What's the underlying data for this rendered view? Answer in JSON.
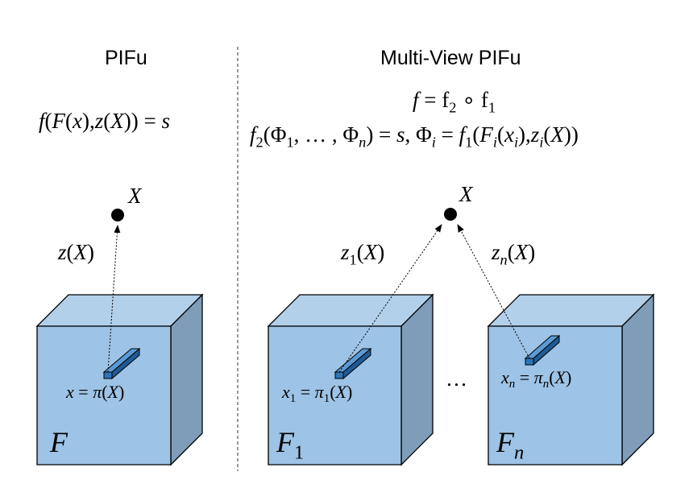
{
  "panels": {
    "left": {
      "title": "PIFu",
      "equation": {
        "f": "f",
        "p1": "(",
        "F": "F",
        "p2": "(",
        "x": "x",
        "p3": "),",
        "z": "z",
        "p4": "(",
        "X": "X",
        "p5": ")) = ",
        "s": "s"
      },
      "point_label": "X",
      "ray_label": {
        "z": "z",
        "open": "(",
        "X": "X",
        "close": ")"
      },
      "pixel_label": {
        "x": "x",
        "eq": " = ",
        "pi": "π",
        "open": "(",
        "X": "X",
        "close": ")"
      },
      "cube_label": "F"
    },
    "right": {
      "title": "Multi-View PIFu",
      "equation1": {
        "f": "f",
        "eq": " = ",
        "f2": "f",
        "sub2": "2",
        "circ": " ∘ ",
        "f1": "f",
        "sub1": "1"
      },
      "equation2": {
        "f": "f",
        "fsub": "2",
        "open": "(Φ",
        "sub1": "1",
        "mid": ", … , Φ",
        "subn": "n",
        "close": ") = ",
        "s": "s",
        "sep": ",  Φ",
        "subi": "i",
        "eq": " = ",
        "f1": "f",
        "f1sub": "1",
        "po": "(",
        "F": "F",
        "Fsub": "i",
        "po2": "(",
        "x": "x",
        "xsub": "i",
        "pc": "),",
        "z": "z",
        "zsub": "i",
        "po3": "(",
        "X": "X",
        "pc2": "))"
      },
      "point_label": "X",
      "ray_labels": [
        {
          "z": "z",
          "sub": "1",
          "open": "(",
          "X": "X",
          "close": ")"
        },
        {
          "z": "z",
          "sub": "n",
          "open": "(",
          "X": "X",
          "close": ")"
        }
      ],
      "pixel_labels": [
        {
          "x": "x",
          "xsub": "1",
          "eq": " = ",
          "pi": "π",
          "pisub": "1",
          "open": "(",
          "X": "X",
          "close": ")"
        },
        {
          "x": "x",
          "xsub": "n",
          "eq": " = ",
          "pi": "π",
          "pisub": "n",
          "open": "(",
          "X": "X",
          "close": ")"
        }
      ],
      "ellipsis": "…",
      "cube_labels": [
        {
          "F": "F",
          "sub": "1"
        },
        {
          "F": "F",
          "sub": "n"
        }
      ]
    }
  },
  "colors": {
    "cube_front": "#9dc3e6",
    "cube_top": "#b3d0ea",
    "cube_side": "#7f9db8",
    "cube_edge": "#000000",
    "pixel_front": "#2e75b6",
    "pixel_top": "#5b9bd5",
    "pixel_side": "#1f5a96",
    "point": "#000000",
    "divider": "#555555"
  }
}
